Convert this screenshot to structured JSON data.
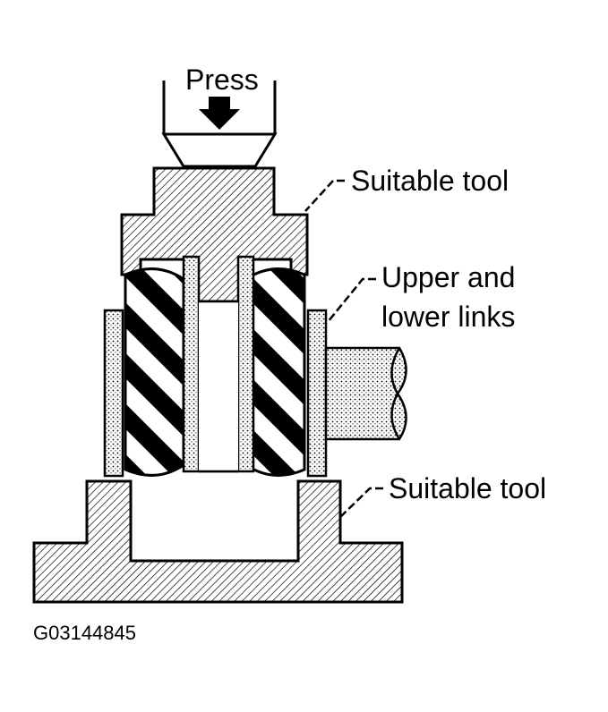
{
  "labels": {
    "press": "Press",
    "top_tool": "Suitable tool",
    "links_line1": "Upper and",
    "links_line2": "lower links",
    "bottom_tool": "Suitable tool"
  },
  "figure_id": "G03144845"
}
